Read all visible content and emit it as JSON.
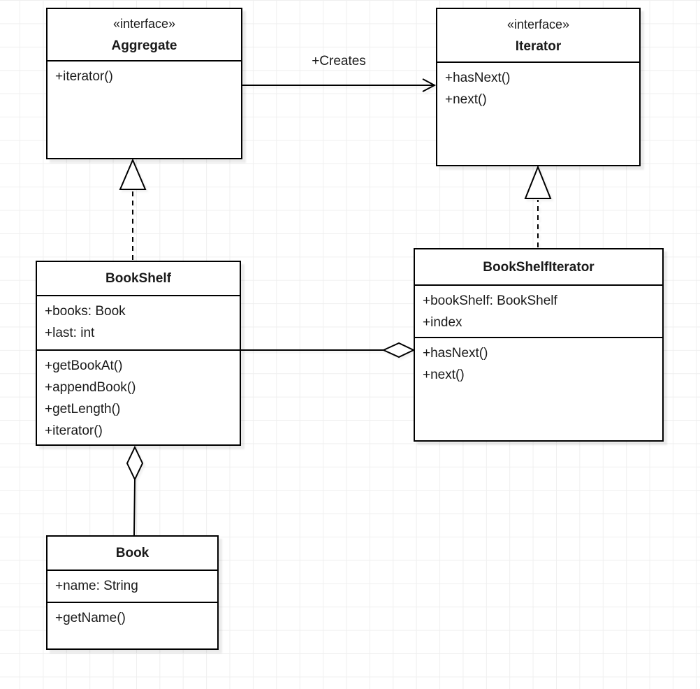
{
  "diagram": {
    "kind": "uml-class-diagram",
    "pattern": "Iterator",
    "colors": {
      "box_fill": "#ffffff",
      "box_border": "#000000",
      "text": "#1a1a1a",
      "grid_line": "#efefef",
      "background": "#ffffff"
    }
  },
  "classes": {
    "aggregate": {
      "stereotype": "«interface»",
      "name": "Aggregate",
      "methods": [
        "+iterator()"
      ]
    },
    "iterator": {
      "stereotype": "«interface»",
      "name": "Iterator",
      "methods": [
        "+hasNext()",
        "+next()"
      ]
    },
    "bookshelf": {
      "name": "BookShelf",
      "attributes": [
        "+books: Book",
        "+last: int"
      ],
      "methods": [
        "+getBookAt()",
        "+appendBook()",
        "+getLength()",
        "+iterator()"
      ]
    },
    "bookshelfiterator": {
      "name": "BookShelfIterator",
      "attributes": [
        "+bookShelf: BookShelf",
        "+index"
      ],
      "methods": [
        "+hasNext()",
        "+next()"
      ]
    },
    "book": {
      "name": "Book",
      "attributes": [
        "+name: String"
      ],
      "methods": [
        "+getName()"
      ]
    }
  },
  "relationships": {
    "creates": {
      "label": "+Creates",
      "type": "directed-association-open-arrow",
      "from": "Aggregate",
      "to": "Iterator"
    },
    "bookshelf_realizes_aggregate": {
      "type": "realization-dashed-hollow-triangle",
      "from": "BookShelf",
      "to": "Aggregate"
    },
    "bookshelfiterator_realizes_iterator": {
      "type": "realization-dashed-hollow-triangle",
      "from": "BookShelfIterator",
      "to": "Iterator"
    },
    "bookshelfiterator_aggregates_bookshelf": {
      "type": "aggregation-hollow-diamond",
      "from": "BookShelfIterator",
      "to": "BookShelf"
    },
    "bookshelf_aggregates_book": {
      "type": "aggregation-hollow-diamond",
      "from": "BookShelf",
      "to": "Book"
    }
  }
}
